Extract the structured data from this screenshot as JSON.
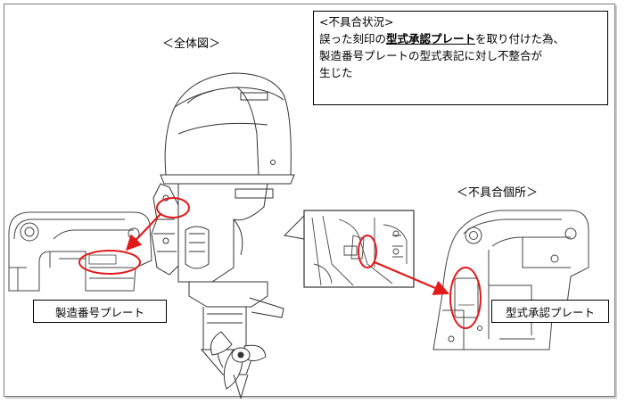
{
  "labels": {
    "overview": "＜全体図＞",
    "defect_location": "＜不具合個所＞",
    "serial_plate": "製造番号プレート",
    "approval_plate": "型式承認プレート"
  },
  "issue": {
    "heading": "<不具合状況>",
    "line1_pre": "誤った刻印の",
    "line1_emph": "型式承認プレート",
    "line1_post": "を取り付けた為、",
    "line2": "製造番号プレートの型式表記に対し不整合が",
    "line3": "生じた"
  },
  "colors": {
    "highlight": "#e21a1a",
    "line": "#333333"
  }
}
